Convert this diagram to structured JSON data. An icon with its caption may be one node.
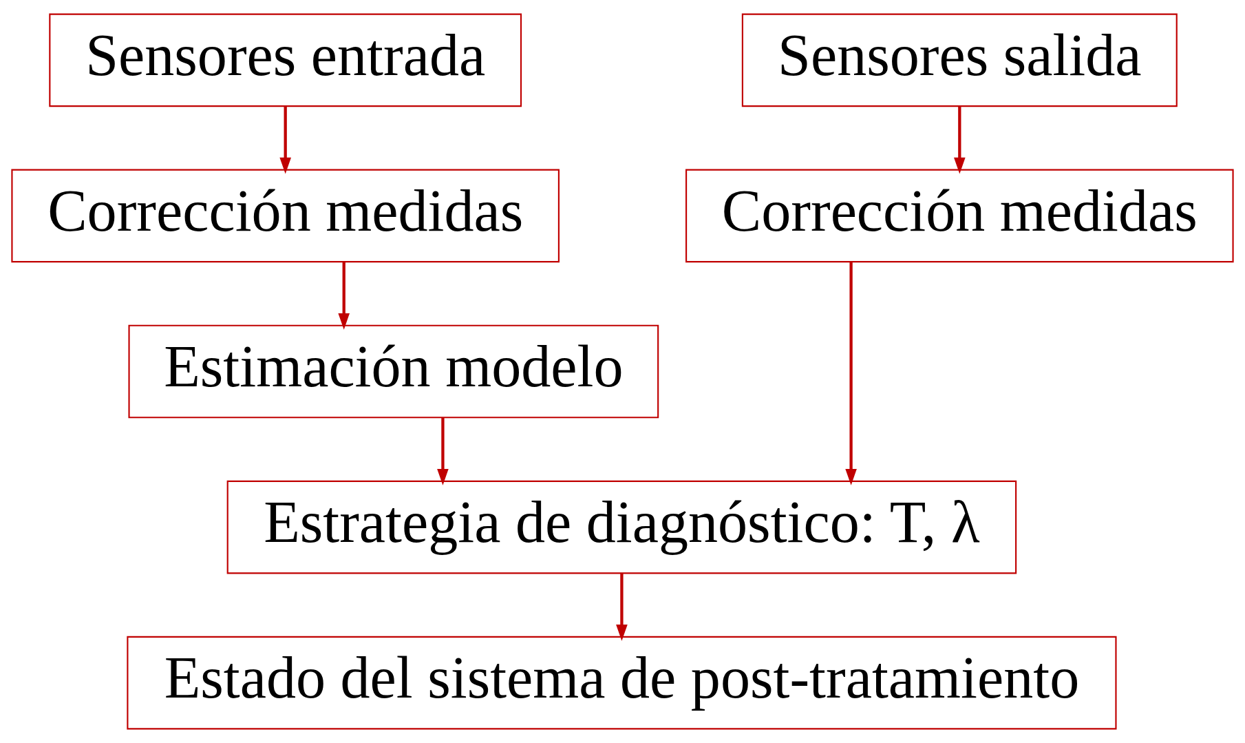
{
  "diagram": {
    "nodes": [
      {
        "text": [
          "Sensores entrada"
        ]
      },
      {
        "text": [
          "Sensores salida"
        ]
      },
      {
        "text": [
          "Corrección medidas"
        ]
      },
      {
        "text": [
          "Corrección medidas"
        ]
      },
      {
        "text": [
          "Estimación modelo"
        ]
      },
      {
        "text": [
          "Estrategia de diagnóstico: T, λ"
        ]
      },
      {
        "text": [
          "Estado del sistema de post-tratamiento"
        ]
      }
    ],
    "edges": [
      {
        "from": 0,
        "to": 2,
        "arrow": "to"
      },
      {
        "from": 1,
        "to": 3,
        "arrow": "to"
      },
      {
        "from": 2,
        "to": 4,
        "arrow": "to"
      },
      {
        "from": 4,
        "to": 5,
        "arrow": "to"
      },
      {
        "from": 3,
        "to": 5,
        "arrow": "to"
      },
      {
        "from": 5,
        "to": 6,
        "arrow": "to"
      }
    ]
  }
}
